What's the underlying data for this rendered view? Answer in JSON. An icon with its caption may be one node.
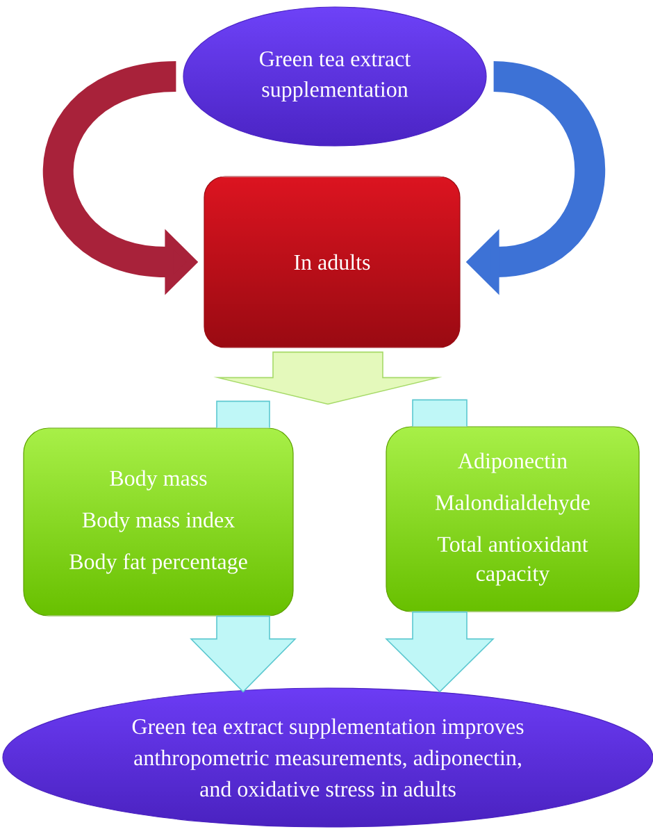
{
  "diagram": {
    "nodes": [
      {
        "text": [
          "Green tea extract supplementation"
        ]
      },
      {
        "text": [
          "In adults"
        ]
      },
      {
        "text": [
          "Body mass",
          "Body mass index",
          "Body fat percentage"
        ]
      },
      {
        "text": [
          "Adiponectin",
          "Malondialdehyde",
          "Total antioxidant capacity"
        ]
      },
      {
        "text": [
          "Green tea extract supplementation improves anthropometric measurements, adiponectin, and oxidative stress in adults"
        ]
      }
    ],
    "edges": [
      {
        "from": 0,
        "to": 1,
        "arrow": "to",
        "color": "#a8223a"
      },
      {
        "from": 0,
        "to": 1,
        "arrow": "to",
        "color": "#3d72d6"
      },
      {
        "from": 1,
        "to": 2,
        "arrow": "to",
        "color": "#e4f9bb"
      },
      {
        "from": 1,
        "to": 3,
        "arrow": "to",
        "color": "#e4f9bb"
      },
      {
        "from": 2,
        "to": 4,
        "arrow": "to",
        "color": "#bff7f7"
      },
      {
        "from": 3,
        "to": 4,
        "arrow": "to",
        "color": "#bff7f7"
      }
    ]
  }
}
